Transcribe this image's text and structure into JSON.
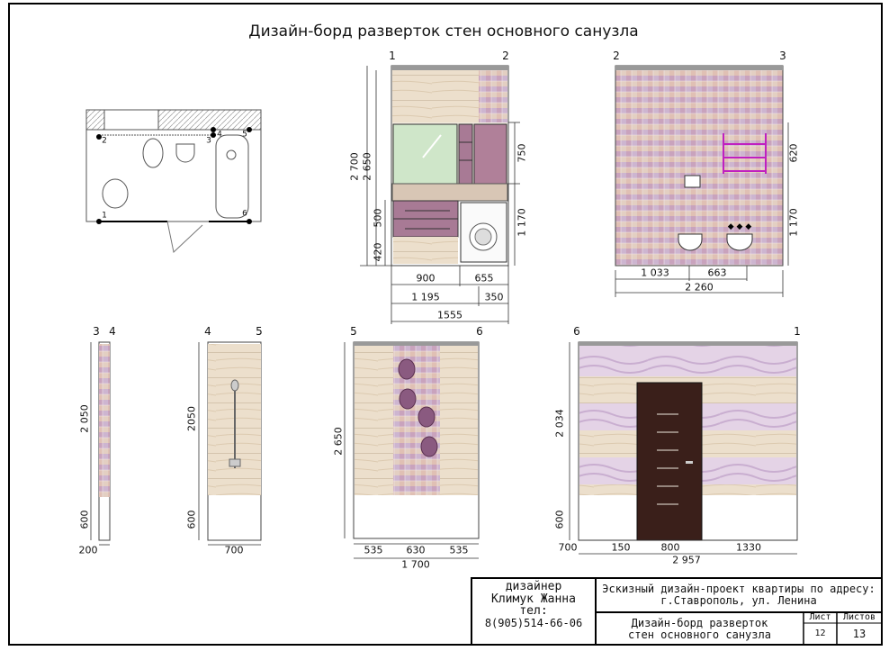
{
  "title": "Дизайн-борд разверток стен основного санузла",
  "plan": {
    "markers": [
      "1",
      "2",
      "3",
      "4",
      "5",
      "6"
    ]
  },
  "elevations": {
    "e12": {
      "corners": [
        "1",
        "2"
      ],
      "vertical": [
        "2 700",
        "2 650",
        "750",
        "500",
        "1 170",
        "420"
      ],
      "horizontal": [
        "900",
        "655",
        "1 195",
        "350",
        "1555"
      ]
    },
    "e23": {
      "corners": [
        "2",
        "3"
      ],
      "vertical": [
        "620",
        "1 170"
      ],
      "horizontal": [
        "1 033",
        "663",
        "2 260"
      ]
    },
    "e34": {
      "corners": [
        "3",
        "4"
      ],
      "vertical": [
        "2 050",
        "600"
      ],
      "horizontal": [
        "200"
      ]
    },
    "e45": {
      "corners": [
        "4",
        "5"
      ],
      "vertical": [
        "2050",
        "600"
      ],
      "horizontal": [
        "700"
      ]
    },
    "e56": {
      "corners": [
        "5",
        "6"
      ],
      "vertical": [
        "2 650"
      ],
      "horizontal": [
        "535",
        "630",
        "535",
        "1 700"
      ]
    },
    "e61": {
      "corners": [
        "6",
        "1"
      ],
      "vertical": [
        "2 034",
        "600"
      ],
      "horizontal": [
        "700",
        "150",
        "800",
        "1330",
        "2 957"
      ]
    }
  },
  "title_block": {
    "designer_label": "дизайнер",
    "designer_name": "Климук Жанна",
    "phone_label": "тел:",
    "phone": "8(905)514-66-06",
    "project_line1": "Эскизный дизайн-проект  квартиры по адресу:",
    "project_line2": "г.Ставрополь, ул. Ленина",
    "sheet_title_line1": "Дизайн-борд разверток",
    "sheet_title_line2": "стен основного санузла",
    "sheet_label": "Лист",
    "sheet": "12",
    "sheets_label": "Листов",
    "sheets": "13"
  },
  "colors": {
    "beige": "#eadfcc",
    "mosaic": "#d9b7c6",
    "purple": "#a87a95",
    "mirror": "#cfe6c9",
    "door": "#3a1f1a"
  }
}
